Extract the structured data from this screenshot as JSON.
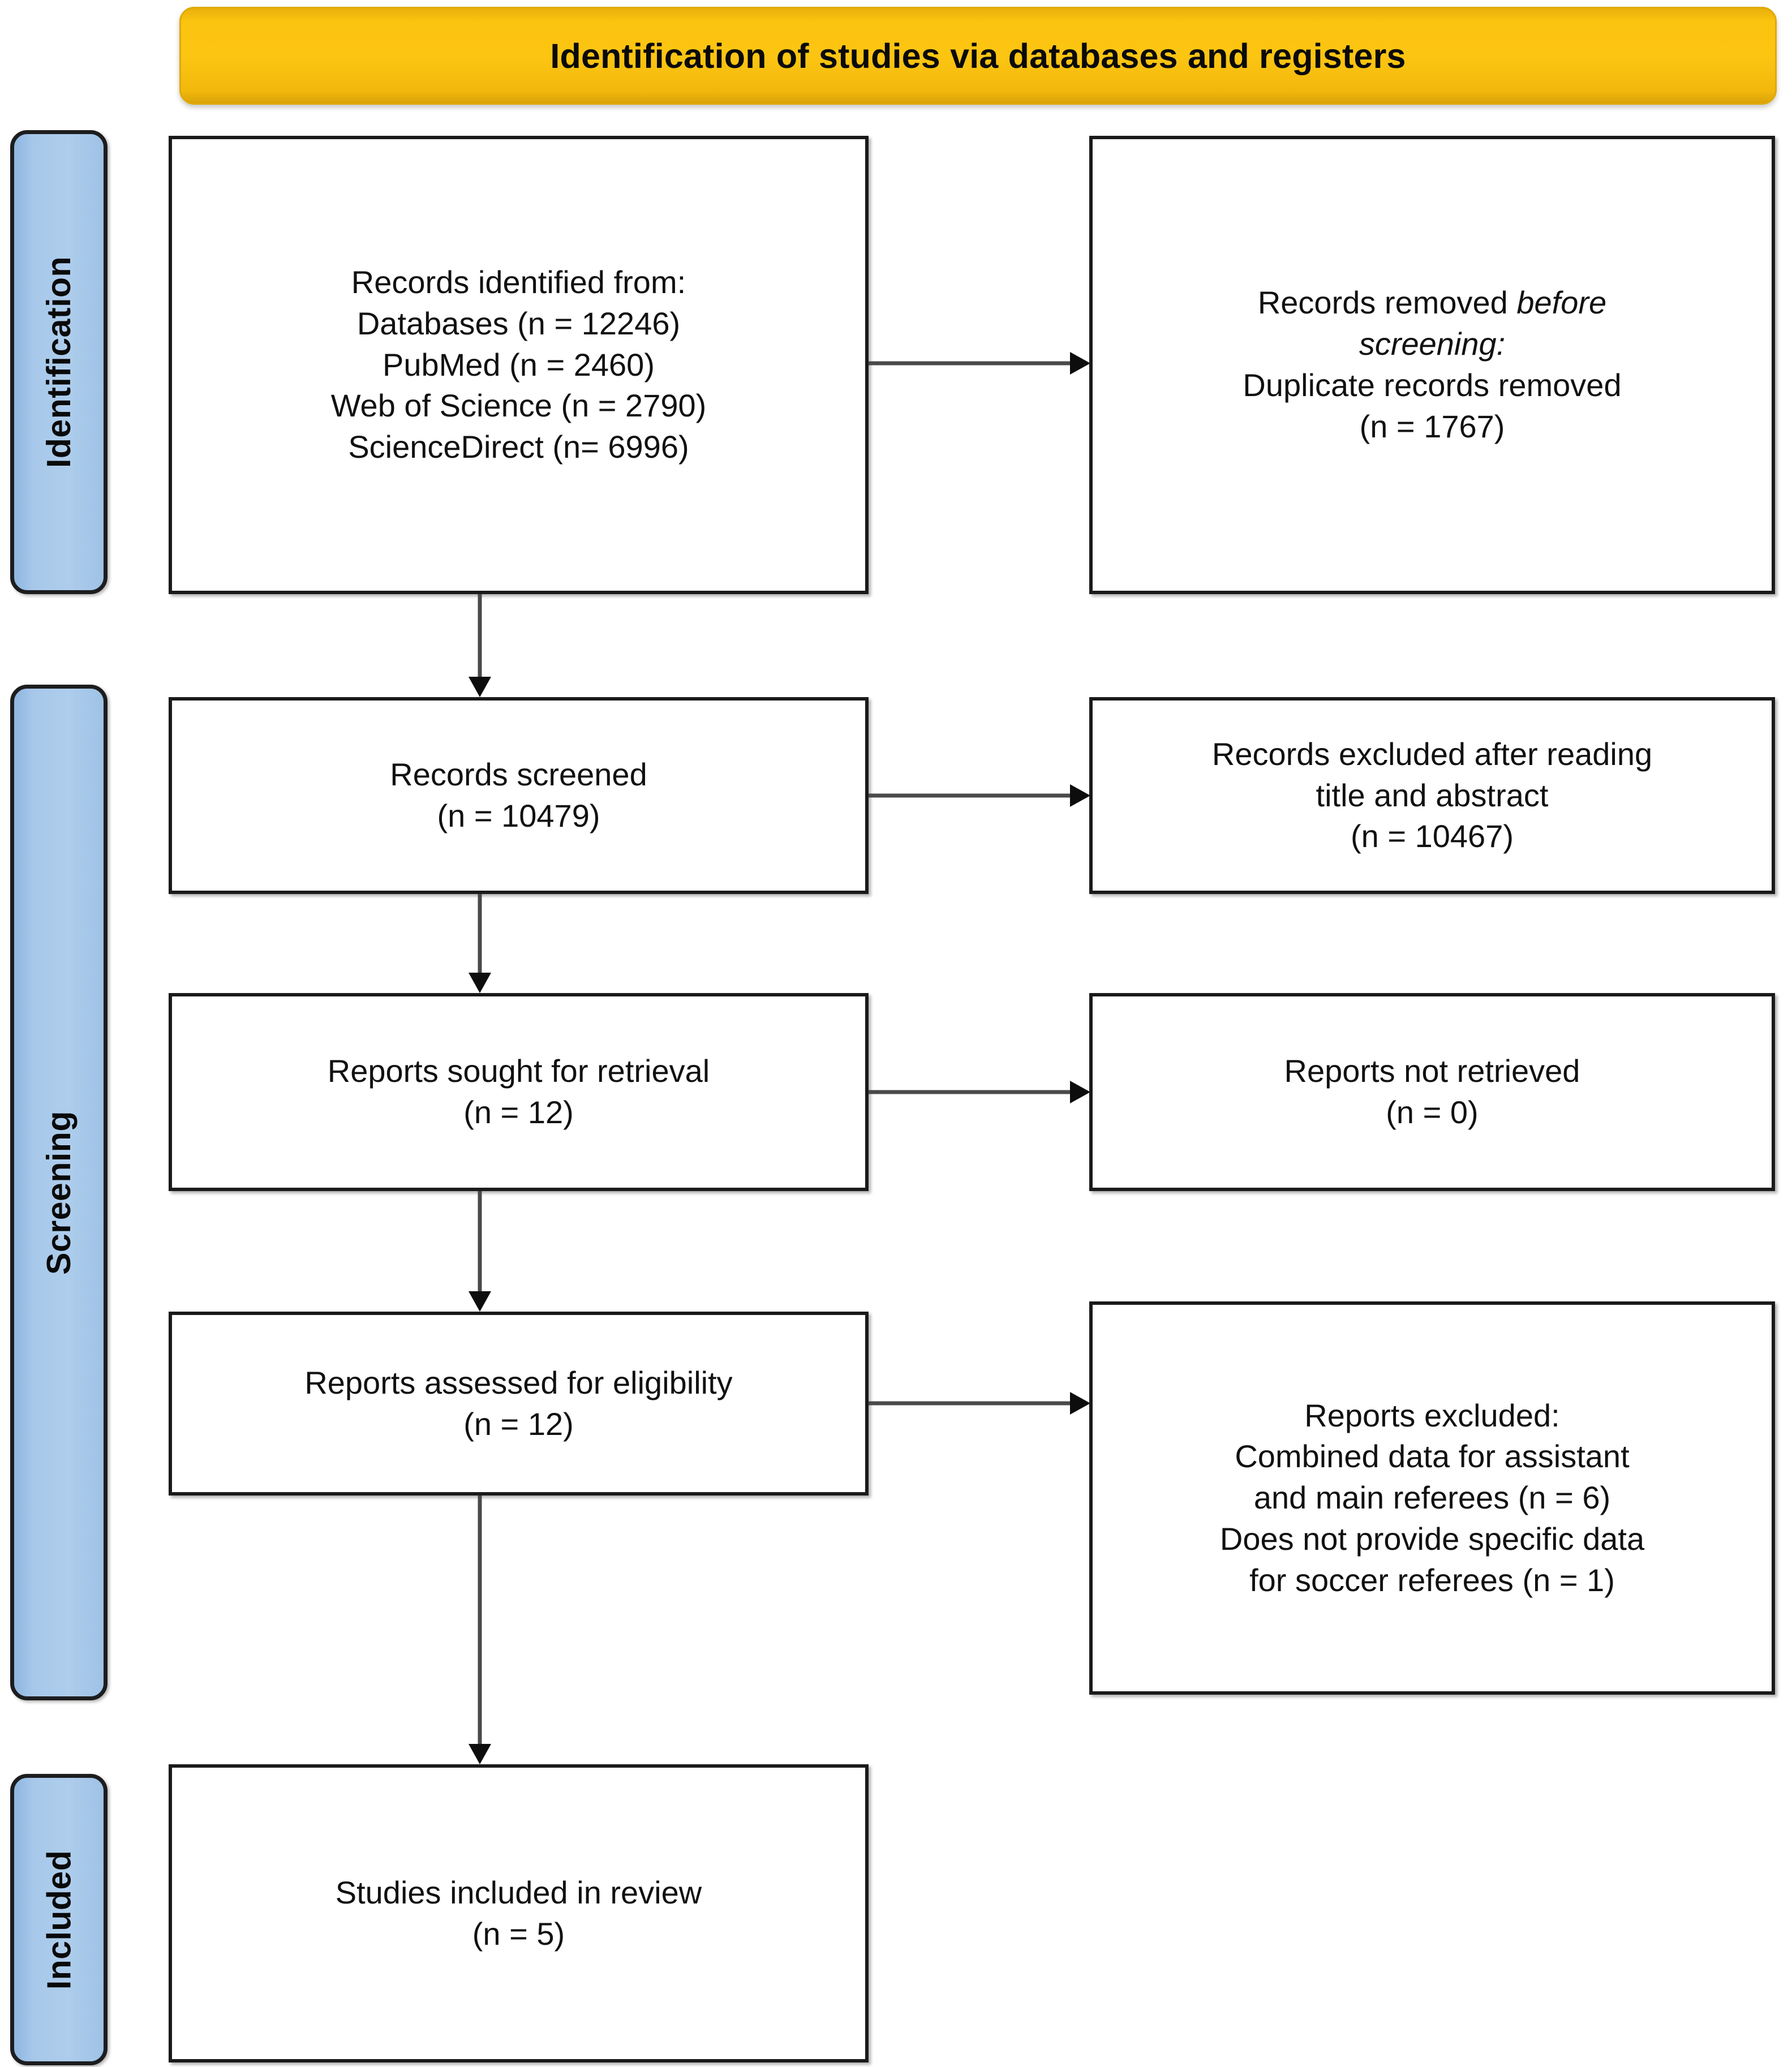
{
  "diagram": {
    "type": "prisma-flow-diagram",
    "header": {
      "title": "Identification of studies via databases and registers",
      "color": "#fbc40f"
    },
    "stages": [
      {
        "key": "identification",
        "label": "Identification",
        "color": "#a7c8ea"
      },
      {
        "key": "screening",
        "label": "Screening",
        "color": "#a7c8ea"
      },
      {
        "key": "included",
        "label": "Included",
        "color": "#a7c8ea"
      }
    ],
    "boxes": {
      "identified": {
        "line1": "Records identified from:",
        "line2": "Databases (n = 12246)",
        "line3": "PubMed (n = 2460)",
        "line4": "Web of Science (n = 2790)",
        "line5": "ScienceDirect (n= 6996)"
      },
      "removed_before_screening": {
        "line1_prefix": "Records removed ",
        "line1_italic": "before",
        "line2_italic": "screening:",
        "line3": "Duplicate records removed",
        "line4": "(n = 1767)"
      },
      "screened": {
        "line1": "Records screened",
        "line2": "(n = 10479)"
      },
      "records_excluded": {
        "line1": "Records excluded after reading",
        "line2": "title and abstract",
        "line3": "(n = 10467)"
      },
      "sought_for_retrieval": {
        "line1": "Reports sought for retrieval",
        "line2": "(n = 12)"
      },
      "not_retrieved": {
        "line1": "Reports not retrieved",
        "line2": "(n = 0)"
      },
      "assessed_for_eligibility": {
        "line1": "Reports assessed for eligibility",
        "line2": "(n = 12)"
      },
      "reports_excluded": {
        "line1": "Reports excluded:",
        "line2": "Combined data for assistant",
        "line3": "and main referees (n = 6)",
        "line4": "Does not provide specific data",
        "line5": "for soccer referees (n = 1)"
      },
      "studies_included": {
        "line1": "Studies included in review",
        "line2": "(n = 5)"
      }
    },
    "counts": {
      "databases_total": 12246,
      "pubmed": 2460,
      "web_of_science": 2790,
      "sciencedirect": 6996,
      "duplicates_removed": 1767,
      "records_screened": 10479,
      "records_excluded_title_abstract": 10467,
      "reports_sought": 12,
      "reports_not_retrieved": 0,
      "reports_assessed": 12,
      "excluded_combined_data": 6,
      "excluded_no_specific_data": 1,
      "studies_included": 5
    }
  }
}
